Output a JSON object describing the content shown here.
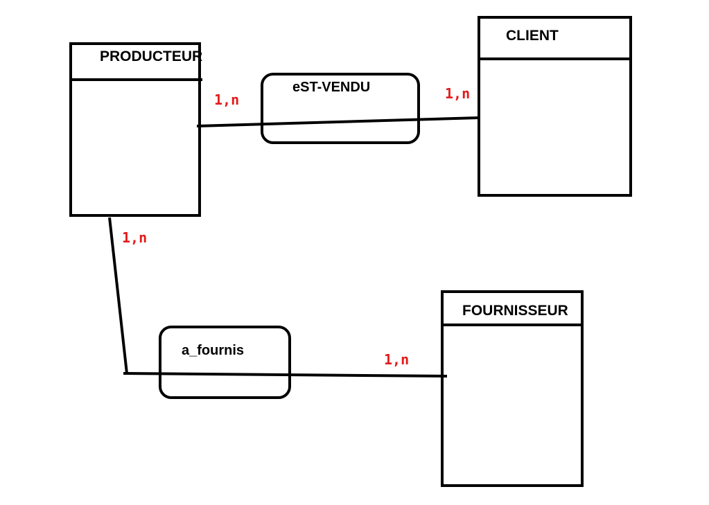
{
  "colors": {
    "line": "#000000",
    "cardinality": "#e31b1b",
    "background": "#ffffff"
  },
  "entities": {
    "producteur": {
      "name": "PRODUCTEUR"
    },
    "client": {
      "name": "CLIENT"
    },
    "fournisseur": {
      "name": "FOURNISSEUR"
    }
  },
  "relations": {
    "est_vendu": {
      "name": "eST-VENDU"
    },
    "a_fournis": {
      "name": "a_fournis"
    }
  },
  "cardinalities": {
    "producteur_est_vendu": "1,n",
    "client_est_vendu": "1,n",
    "producteur_a_fournis": "1,n",
    "fournisseur_a_fournis": "1,n"
  }
}
